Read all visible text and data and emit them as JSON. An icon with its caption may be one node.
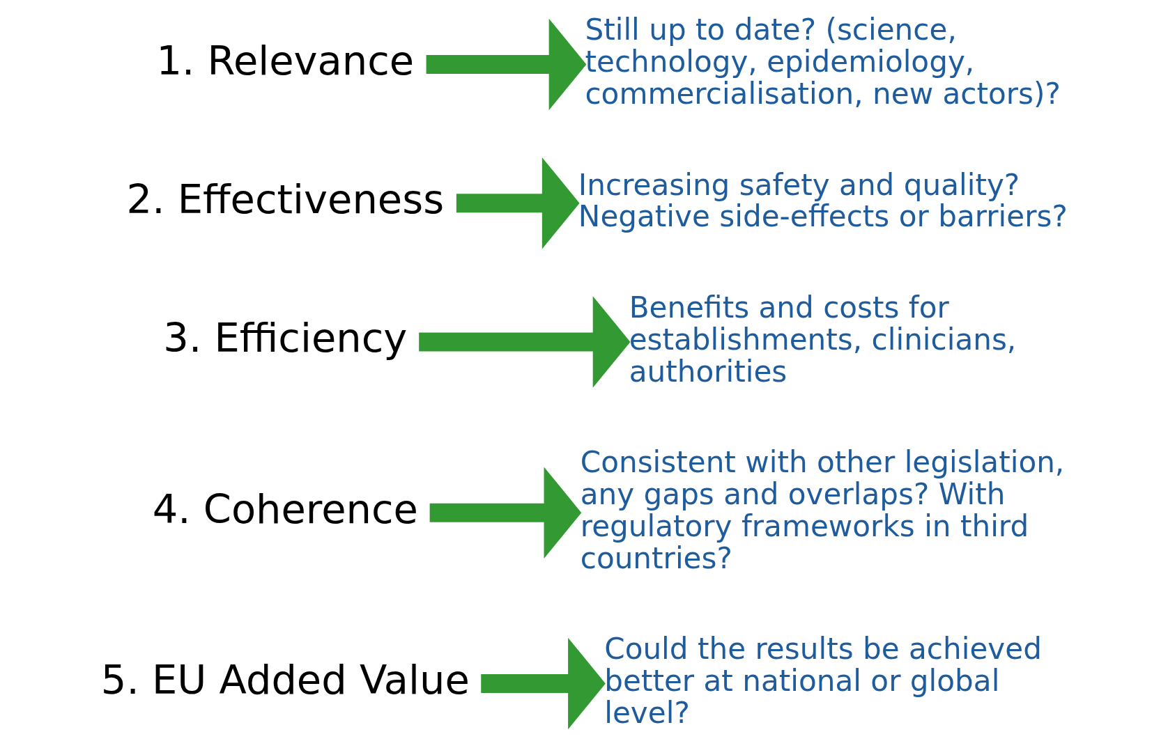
{
  "diagram": {
    "nodes": [
      {
        "text": [
          "1. Relevance"
        ]
      },
      {
        "text": [
          "Still up to date? (science, technology, epidemiology, commercialisation, new actors)?"
        ]
      },
      {
        "text": [
          "2. Effectiveness"
        ]
      },
      {
        "text": [
          "Increasing safety and quality? Negative side-effects or barriers?"
        ]
      },
      {
        "text": [
          "3. Efficiency"
        ]
      },
      {
        "text": [
          "Benefits and costs for establishments, clinicians, authorities"
        ]
      },
      {
        "text": [
          "4. Coherence"
        ]
      },
      {
        "text": [
          "Consistent with other legislation, any gaps and overlaps? With regulatory frameworks in third countries?"
        ]
      },
      {
        "text": [
          "5. EU Added Value"
        ]
      },
      {
        "text": [
          "Could the results be achieved better at national or global level?"
        ]
      }
    ],
    "edges": [
      {
        "from": 0,
        "to": 1,
        "arrow": "to"
      },
      {
        "from": 2,
        "to": 3,
        "arrow": "to"
      },
      {
        "from": 4,
        "to": 5,
        "arrow": "to"
      },
      {
        "from": 6,
        "to": 7,
        "arrow": "to"
      },
      {
        "from": 8,
        "to": 9,
        "arrow": "to"
      }
    ]
  }
}
